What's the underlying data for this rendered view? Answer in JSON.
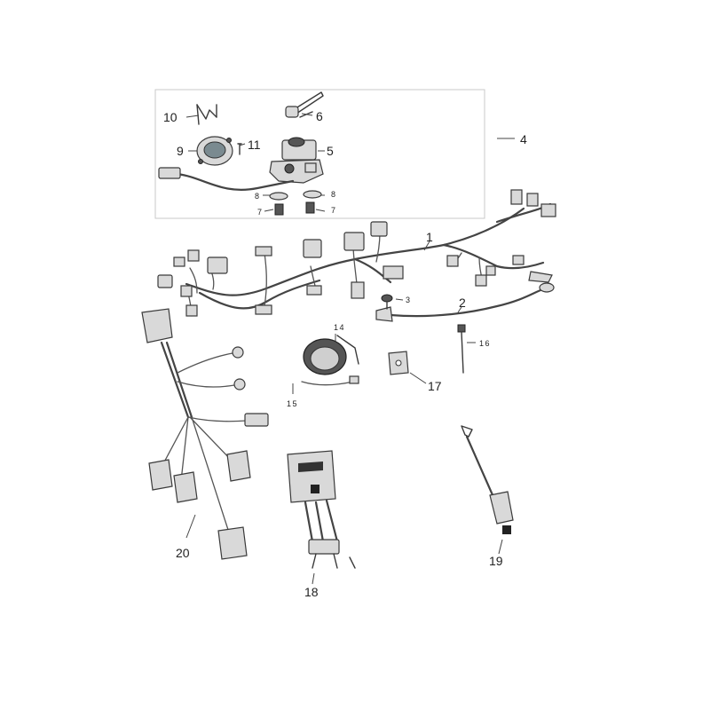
{
  "figure": {
    "callouts": {
      "c1": "1",
      "c2": "2",
      "c3": "3",
      "c4": "4",
      "c5": "5",
      "c6": "6",
      "c7a": "7",
      "c7b": "7",
      "c8a": "8",
      "c8b": "8",
      "c9": "9",
      "c10": "10",
      "c11": "11",
      "c14": "14",
      "c15": "15",
      "c16": "16",
      "c17": "17",
      "c18": "18",
      "c19": "19",
      "c20": "20"
    }
  }
}
